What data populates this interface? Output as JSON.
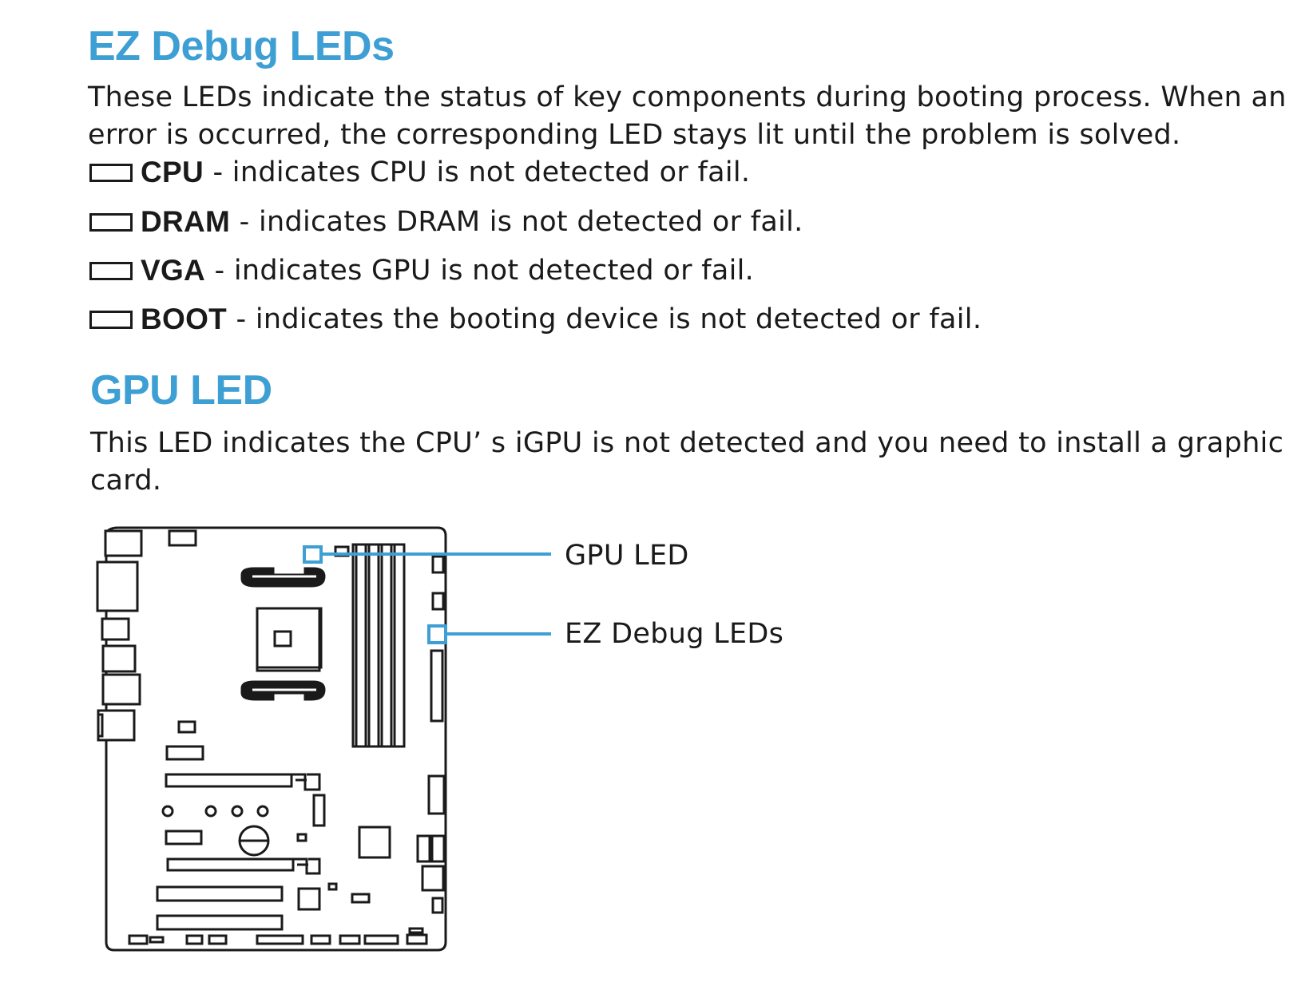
{
  "ez_debug": {
    "title": "EZ Debug LEDs",
    "description": "These LEDs indicate the status of key components during booting process. When an error is occurred, the corresponding LED stays lit until the problem is solved.",
    "items": [
      {
        "name": "CPU",
        "desc": " - indicates CPU is not detected or fail."
      },
      {
        "name": "DRAM",
        "desc": " - indicates DRAM is not detected or fail."
      },
      {
        "name": "VGA",
        "desc": " - indicates GPU is not detected or fail."
      },
      {
        "name": "BOOT",
        "desc": " - indicates the booting device is not detected or fail."
      }
    ]
  },
  "gpu_led": {
    "title": "GPU LED",
    "description": "This LED indicates the CPU’ s iGPU is not detected and you need to install a graphic card."
  },
  "diagram": {
    "callouts": {
      "gpu_led": "GPU LED",
      "ez_debug_leds": "EZ Debug LEDs"
    },
    "colors": {
      "accent": "#3d9fd3",
      "ink": "#1a1a1a"
    }
  }
}
